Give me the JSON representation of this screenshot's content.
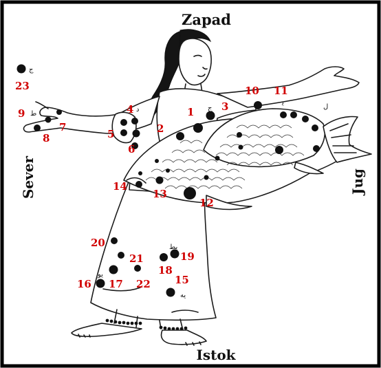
{
  "directions": {
    "north": "Sever",
    "south": "Jug",
    "west": "Zapad",
    "east": "Istok"
  },
  "star_numbers": [
    "1",
    "2",
    "3",
    "4",
    "5",
    "6",
    "7",
    "8",
    "9",
    "10",
    "11",
    "12",
    "13",
    "14",
    "15",
    "16",
    "17",
    "18",
    "19",
    "20",
    "21",
    "22",
    "23"
  ],
  "colors": {
    "frame": "#000000",
    "numbers": "#d10000",
    "ink": "#111111",
    "background": "#ffffff"
  }
}
